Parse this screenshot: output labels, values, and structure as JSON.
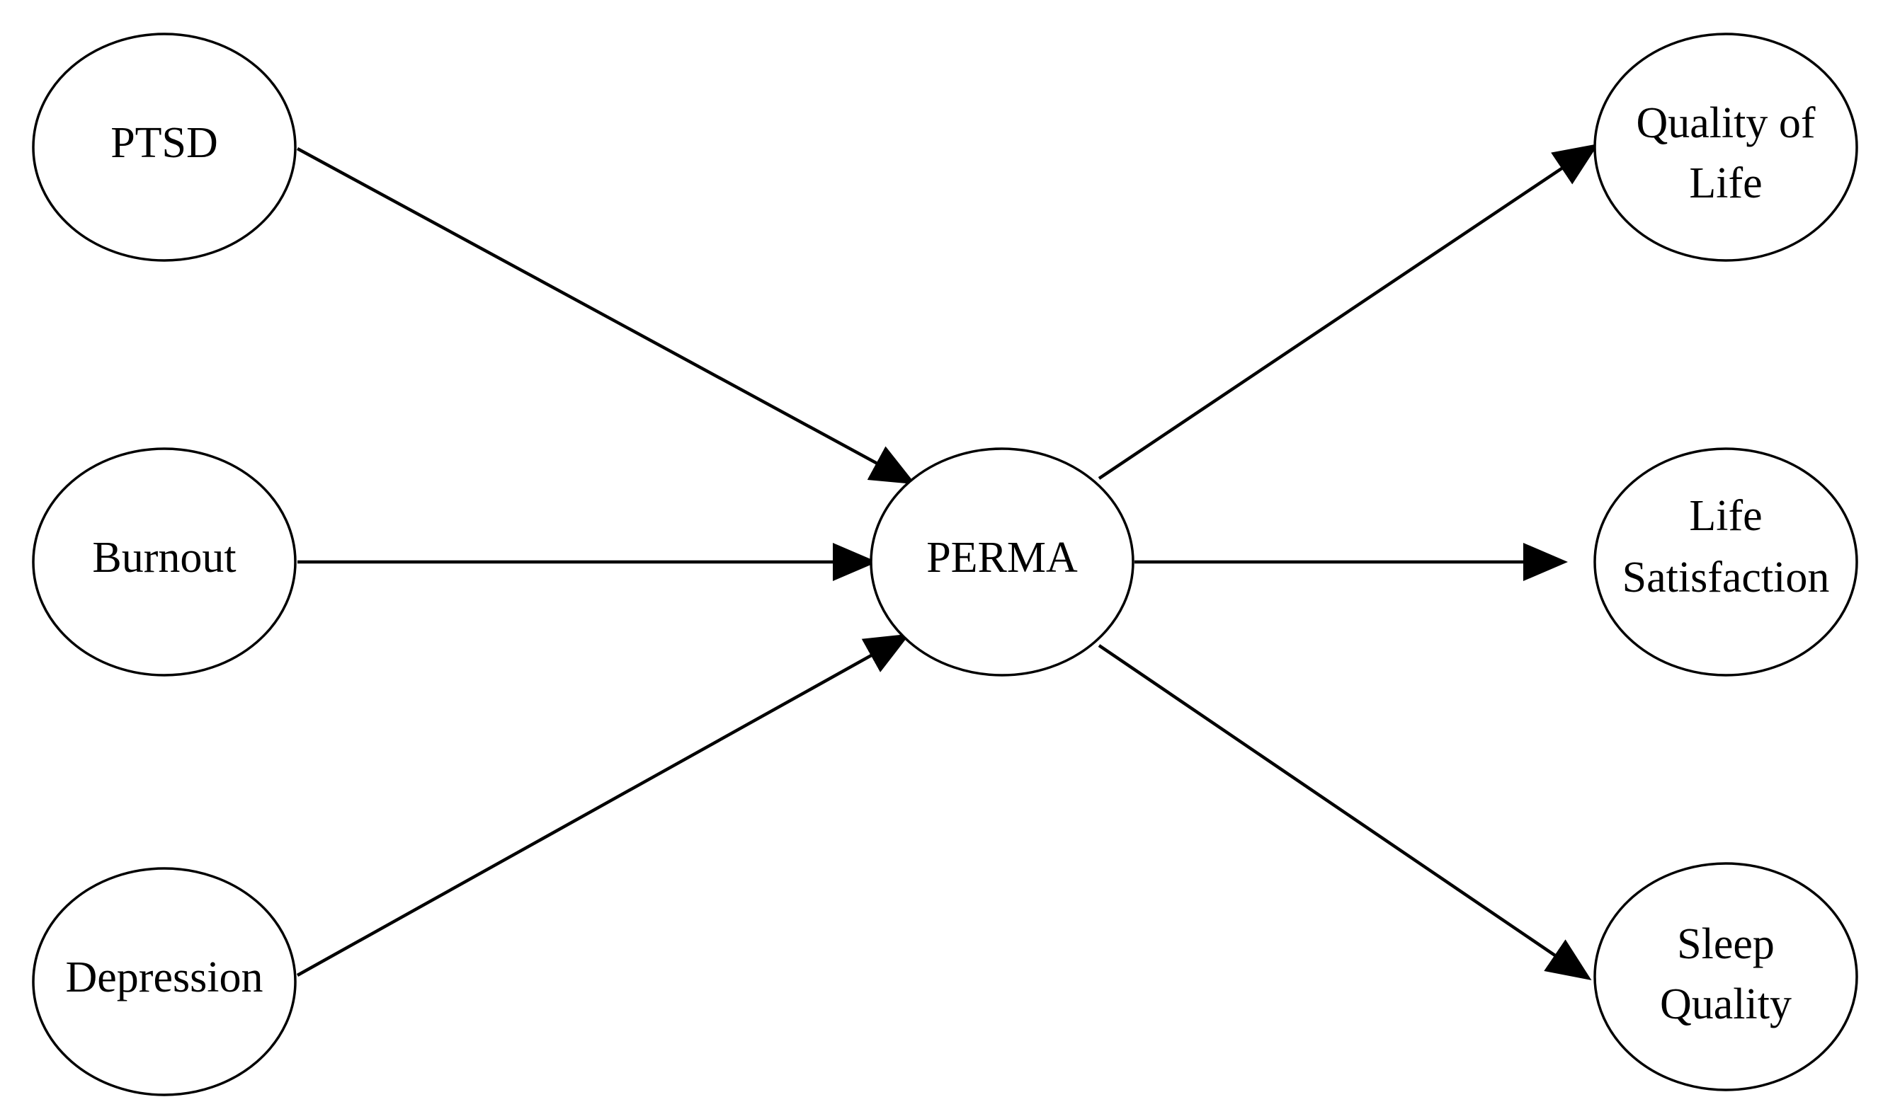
{
  "diagram": {
    "nodes": [
      {
        "id": "ptsd",
        "lines": [
          "PTSD"
        ]
      },
      {
        "id": "burnout",
        "lines": [
          "Burnout"
        ]
      },
      {
        "id": "depression",
        "lines": [
          "Depression"
        ]
      },
      {
        "id": "perma",
        "lines": [
          "PERMA"
        ]
      },
      {
        "id": "quality-of-life",
        "lines": [
          "Quality of",
          "Life"
        ]
      },
      {
        "id": "life-satisfaction",
        "lines": [
          "Life",
          "Satisfaction"
        ]
      },
      {
        "id": "sleep-quality",
        "lines": [
          "Sleep",
          "Quality"
        ]
      }
    ],
    "edges": [
      {
        "from": "ptsd",
        "to": "perma"
      },
      {
        "from": "burnout",
        "to": "perma"
      },
      {
        "from": "depression",
        "to": "perma"
      },
      {
        "from": "perma",
        "to": "quality-of-life"
      },
      {
        "from": "perma",
        "to": "life-satisfaction"
      },
      {
        "from": "perma",
        "to": "sleep-quality"
      }
    ],
    "colors": {
      "stroke": "#000000",
      "fill": "#ffffff",
      "background": "#ffffff"
    }
  }
}
